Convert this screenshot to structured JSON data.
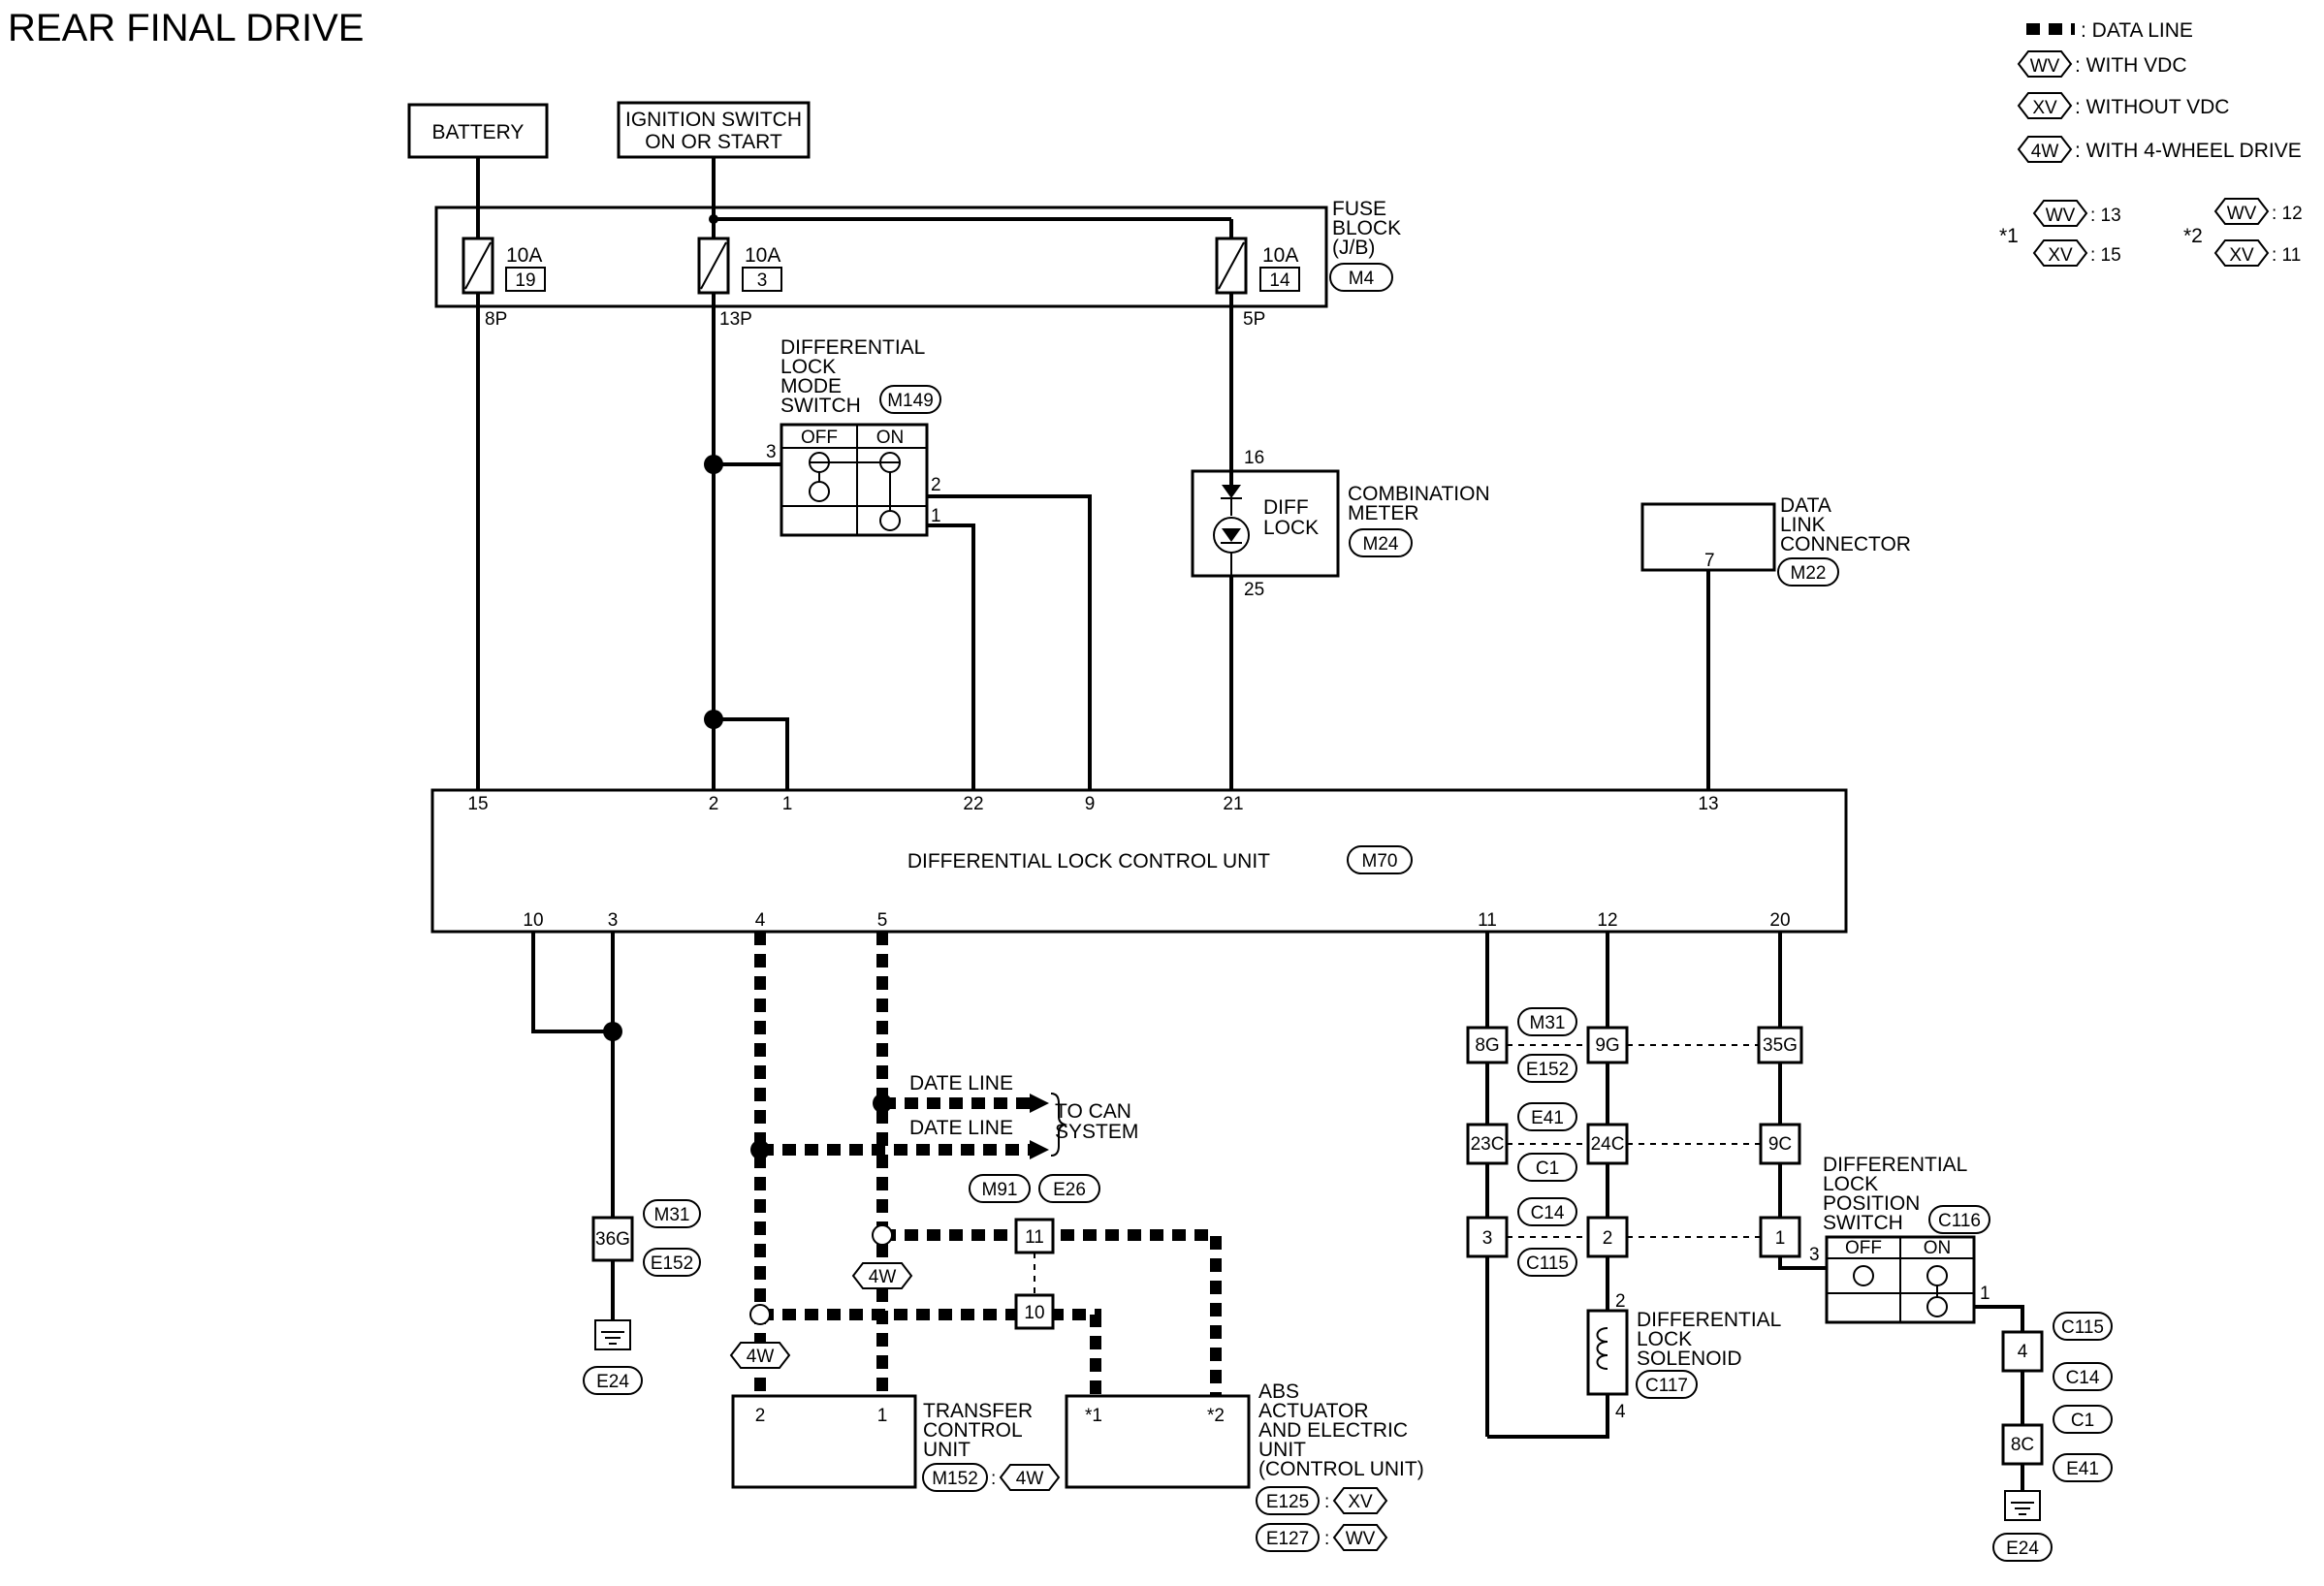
{
  "title": "REAR FINAL DRIVE",
  "legend": {
    "data_line": ": DATA LINE",
    "with_vdc_tag": "WV",
    "with_vdc": ": WITH VDC",
    "without_vdc_tag": "XV",
    "without_vdc": ": WITHOUT VDC",
    "awd_tag": "4W",
    "awd": ": WITH 4-WHEEL DRIVE",
    "star1": "*1",
    "star1_wv": ": 13",
    "star1_xv": ": 15",
    "star2": "*2",
    "star2_wv": ": 12",
    "star2_xv": ": 11"
  },
  "battery": "BATTERY",
  "ignition": [
    "IGNITION SWITCH",
    "ON OR START"
  ],
  "fuse_block": {
    "label": [
      "FUSE",
      "BLOCK",
      "(J/B)"
    ],
    "connector": "M4",
    "fuses": [
      {
        "amp": "10A",
        "num": "19",
        "pin": "8P"
      },
      {
        "amp": "10A",
        "num": "3",
        "pin": "13P"
      },
      {
        "amp": "10A",
        "num": "14",
        "pin": "5P"
      }
    ]
  },
  "diff_mode_switch": {
    "label": [
      "DIFFERENTIAL",
      "LOCK",
      "MODE",
      "SWITCH"
    ],
    "connector": "M149",
    "off": "OFF",
    "on": "ON",
    "pin_in": "3",
    "pin_2": "2",
    "pin_1": "1"
  },
  "combination_meter": {
    "label": [
      "COMBINATION",
      "METER"
    ],
    "connector": "M24",
    "lamp": [
      "DIFF",
      "LOCK"
    ],
    "pin_top": "16",
    "pin_bottom": "25"
  },
  "data_link": {
    "label": [
      "DATA",
      "LINK",
      "CONNECTOR"
    ],
    "connector": "M22",
    "pin": "7"
  },
  "control_unit": {
    "label": "DIFFERENTIAL LOCK CONTROL UNIT",
    "connector": "M70",
    "top_pins": [
      "15",
      "2",
      "1",
      "22",
      "9",
      "21",
      "13"
    ],
    "bottom_pins": [
      "10",
      "3",
      "4",
      "5",
      "11",
      "12",
      "20"
    ]
  },
  "ground_left": {
    "conn_top": "M31",
    "conn_bottom": "E152",
    "pin": "36G",
    "ground": "E24"
  },
  "can": {
    "line1": "DATE LINE",
    "line2": "DATE LINE",
    "to": [
      "TO CAN",
      "SYSTEM"
    ],
    "conn1": "M91",
    "conn2": "E26",
    "j11": "11",
    "j10": "10",
    "tag_a": "4W",
    "tag_b": "4W"
  },
  "transfer": {
    "label": [
      "TRANSFER",
      "CONTROL",
      "UNIT"
    ],
    "connector": "M152",
    "tag": "4W",
    "pin_a": "2",
    "pin_b": "1"
  },
  "abs": {
    "label": [
      "ABS",
      "ACTUATOR",
      "AND ELECTRIC",
      "UNIT",
      "(CONTROL UNIT)"
    ],
    "pin_a": "*1",
    "pin_b": "*2",
    "conn1": "E125",
    "tag1": "XV",
    "conn2": "E127",
    "tag2": "WV"
  },
  "harness": {
    "row1": {
      "conn_a": "M31",
      "conn_b": "E152",
      "pins": [
        "8G",
        "9G",
        "35G"
      ]
    },
    "row2": {
      "conn_a": "E41",
      "conn_b": "C1",
      "pins": [
        "23C",
        "24C",
        "9C"
      ]
    },
    "row3": {
      "conn_a": "C14",
      "conn_b": "C115",
      "pins": [
        "3",
        "2",
        "1"
      ]
    }
  },
  "solenoid": {
    "label": [
      "DIFFERENTIAL",
      "LOCK",
      "SOLENOID"
    ],
    "connector": "C117",
    "pin_top": "2",
    "pin_bottom": "4"
  },
  "position_switch": {
    "label": [
      "DIFFERENTIAL",
      "LOCK",
      "POSITION",
      "SWITCH"
    ],
    "connector": "C116",
    "off": "OFF",
    "on": "ON",
    "pin_in": "3",
    "pin_out": "1"
  },
  "ground_right": {
    "c1": "C115",
    "pin1": "4",
    "c2": "C14",
    "c3": "C1",
    "pin2": "8C",
    "c4": "E41",
    "ground": "E24"
  }
}
